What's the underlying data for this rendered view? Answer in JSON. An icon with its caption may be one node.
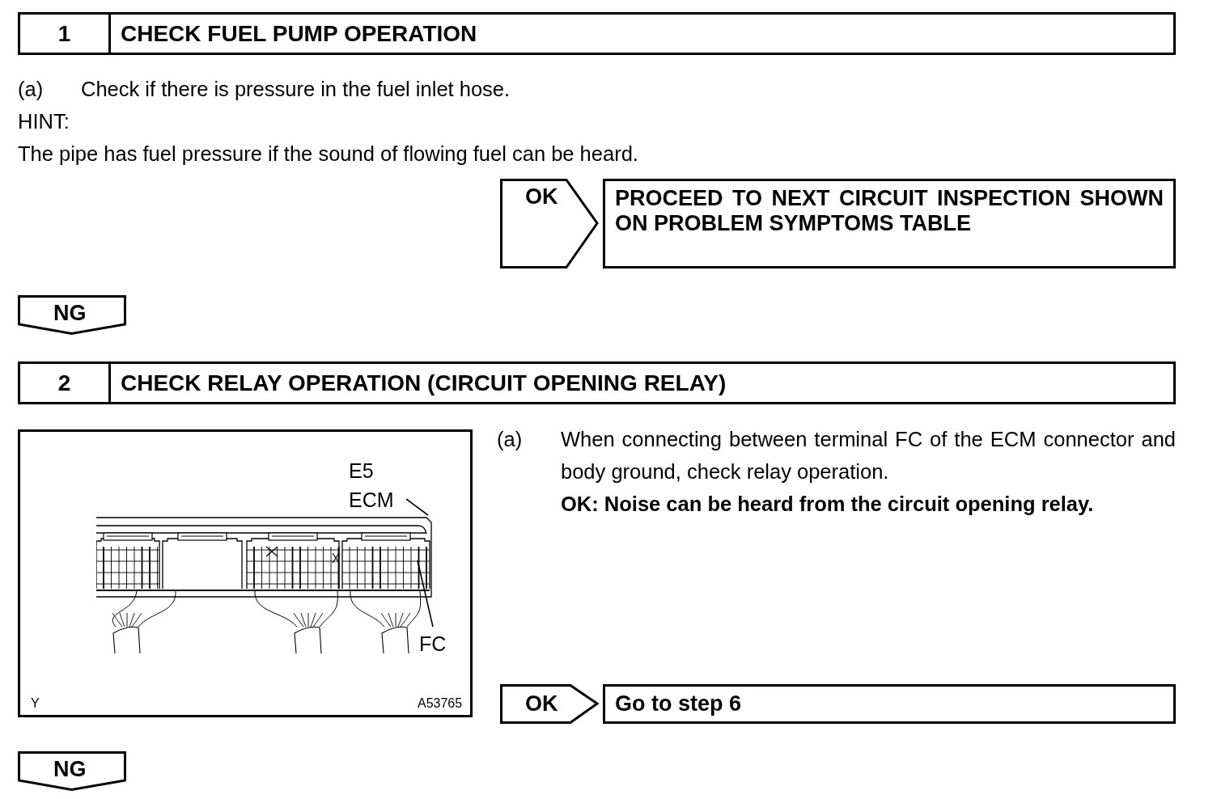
{
  "diagram": {
    "nodes": [
      {
        "text": [
          "1",
          "CHECK FUEL PUMP OPERATION"
        ]
      },
      {
        "text": [
          "OK"
        ]
      },
      {
        "text": [
          "PROCEED TO NEXT CIRCUIT INSPECTION SHOWN ON PROBLEM SYMPTOMS TABLE"
        ]
      },
      {
        "text": [
          "NG"
        ]
      },
      {
        "text": [
          "2",
          "CHECK RELAY OPERATION (CIRCUIT OPENING RELAY)"
        ]
      },
      {
        "text": [],
        "shape": "box"
      },
      {
        "text": [
          "E5 ECM"
        ],
        "in": 5
      },
      {
        "text": [
          "FC"
        ],
        "in": 5
      },
      {
        "text": [],
        "shape": "picture",
        "in": 5
      },
      {
        "text": [
          "OK"
        ]
      },
      {
        "text": [
          "Go to step 6"
        ]
      },
      {
        "text": [
          "NG"
        ]
      }
    ],
    "edges": [
      {
        "from": 6,
        "to": 8,
        "arrow": "none"
      },
      {
        "from": 7,
        "to": 8,
        "arrow": "none"
      }
    ],
    "labels": [
      "(a)",
      "Check if there is pressure in the fuel inlet hose.",
      "HINT:",
      "The pipe has fuel pressure if the sound of flowing fuel can be heard.",
      "Y",
      "A53765",
      "(a)",
      "When connecting between terminal FC of the ECM connector and body ground, check relay operation.",
      "OK: Noise can be heard from the circuit opening relay."
    ]
  }
}
